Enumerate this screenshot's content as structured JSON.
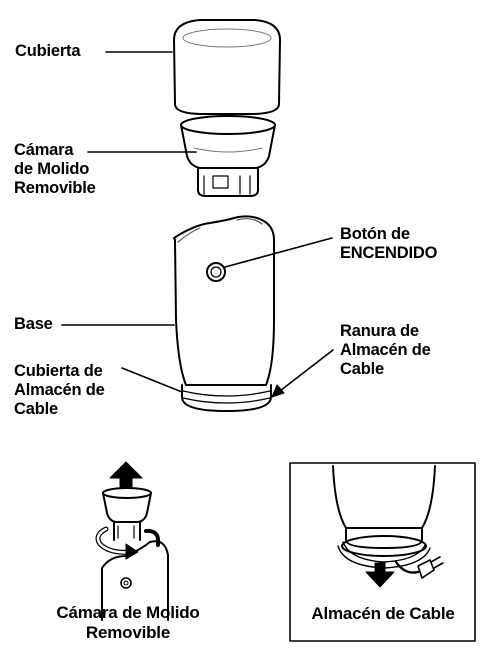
{
  "labels": {
    "cubierta": "Cubierta",
    "camara": [
      "Cámara",
      "de Molido",
      "Removible"
    ],
    "boton": [
      "Botón de",
      "ENCENDIDO"
    ],
    "base": "Base",
    "ranura": [
      "Ranura de",
      "Almacén de",
      "Cable"
    ],
    "cubierta_almacen": [
      "Cubierta de",
      "Almacén de",
      "Cable"
    ]
  },
  "captions": {
    "left": [
      "Cámara de Molido",
      "Removible"
    ],
    "right": "Almacén de Cable"
  }
}
